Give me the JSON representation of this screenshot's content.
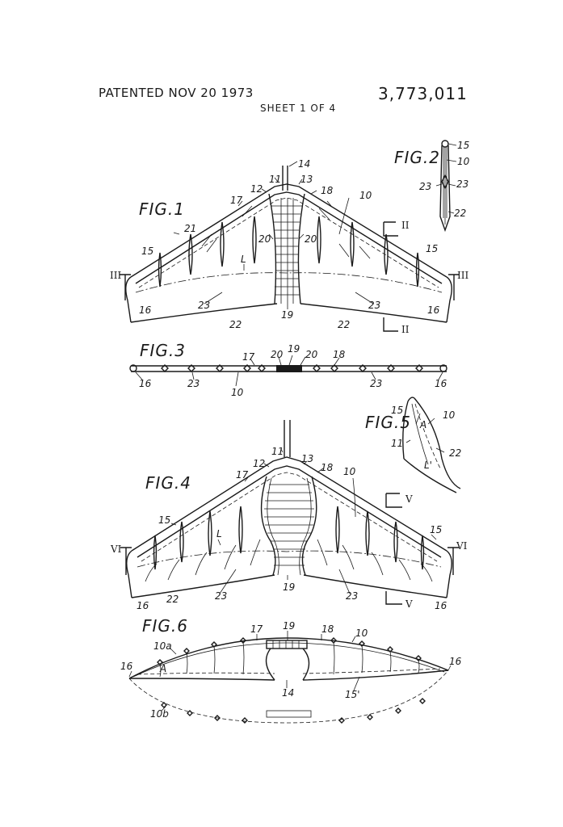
{
  "header": {
    "patented": "PATENTED NOV 20 1973",
    "patent_number": "3,773,011",
    "sheet": "SHEET 1 OF 4"
  },
  "figures": {
    "fig1": {
      "title": "FIG.1",
      "labels": [
        "14",
        "11",
        "13",
        "12",
        "17",
        "18",
        "10",
        "21",
        "15",
        "20",
        "20",
        "L",
        "15",
        "23",
        "23",
        "16",
        "16",
        "19",
        "22",
        "22"
      ],
      "section_marks": [
        "III",
        "III",
        "II",
        "II"
      ]
    },
    "fig2": {
      "title": "FIG.2",
      "labels": [
        "15",
        "10",
        "23",
        "23",
        "22"
      ]
    },
    "fig3": {
      "title": "FIG.3",
      "labels": [
        "19",
        "17",
        "20",
        "20",
        "18",
        "16",
        "23",
        "10",
        "23",
        "16"
      ]
    },
    "fig4": {
      "title": "FIG.4",
      "labels": [
        "11",
        "12",
        "13",
        "18",
        "17",
        "10",
        "15",
        "L",
        "15",
        "23",
        "23",
        "16",
        "22",
        "19",
        "16"
      ],
      "section_marks": [
        "VI",
        "VI",
        "V",
        "V"
      ]
    },
    "fig5": {
      "title": "FIG.5",
      "labels": [
        "15",
        "A",
        "10",
        "11",
        "L'",
        "22"
      ]
    },
    "fig6": {
      "title": "FIG.6",
      "labels": [
        "17",
        "19",
        "18",
        "10",
        "10a",
        "16",
        "A",
        "16",
        "14",
        "15'",
        "10b"
      ]
    }
  }
}
